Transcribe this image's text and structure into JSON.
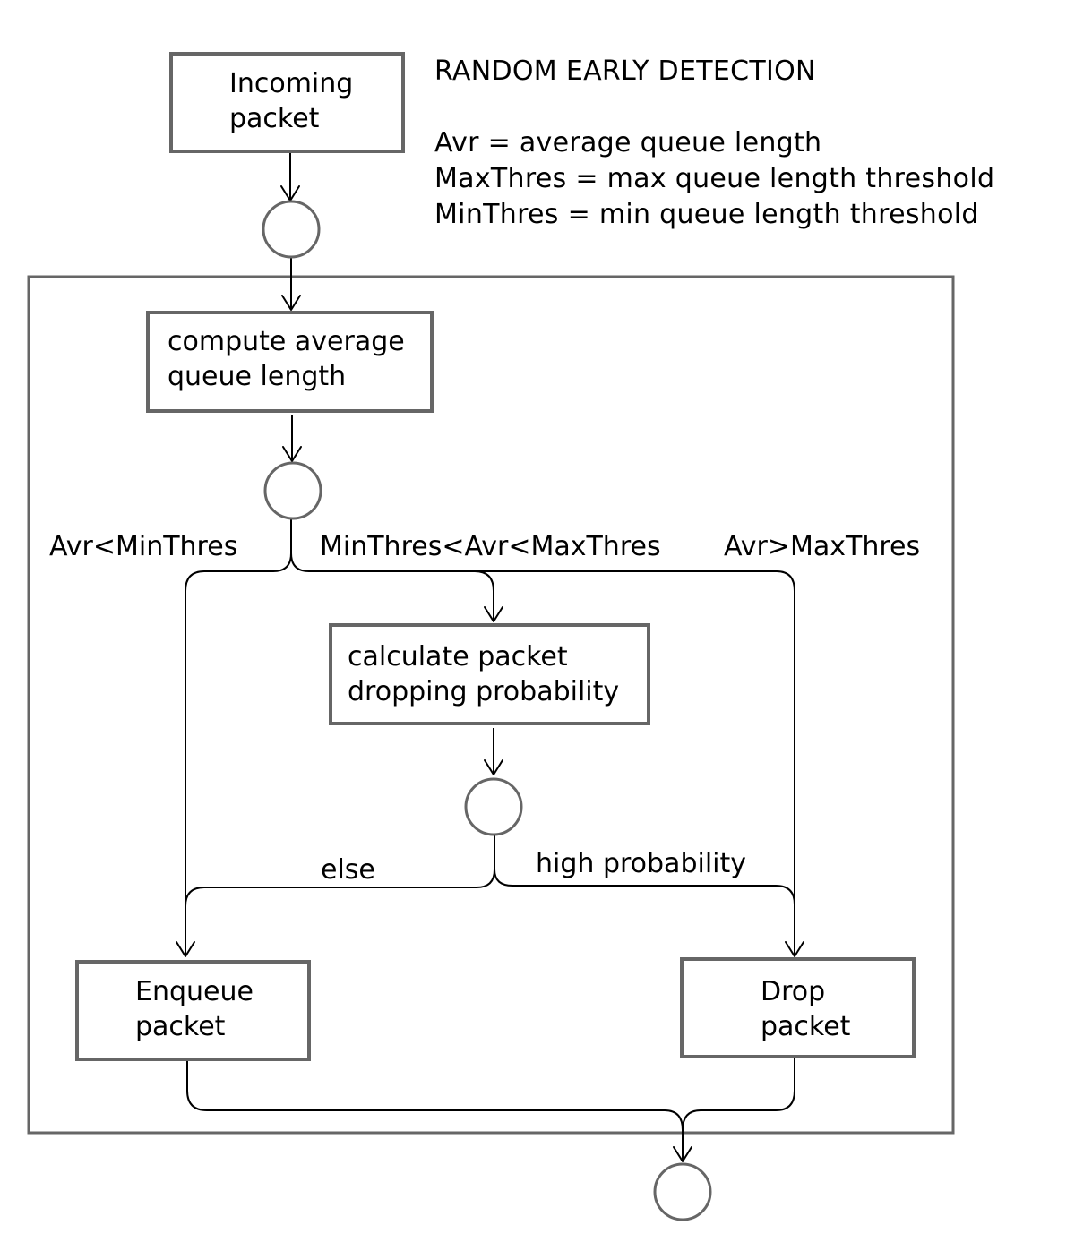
{
  "legend": {
    "title": "RANDOM EARLY DETECTION",
    "lines": [
      "Avr = average queue length",
      "MaxThres = max queue length threshold",
      "MinThres = min queue length threshold"
    ]
  },
  "nodes": {
    "incoming": [
      "Incoming",
      "packet"
    ],
    "compute": [
      "compute average",
      "queue length"
    ],
    "calculate": [
      "calculate packet",
      "dropping probability"
    ],
    "enqueue": [
      "Enqueue",
      "packet"
    ],
    "drop": [
      "Drop",
      "packet"
    ]
  },
  "edge_labels": {
    "below_min": "Avr<MinThres",
    "between": "MinThres<Avr<MaxThres",
    "above_max": "Avr>MaxThres",
    "else": "else",
    "high_probability": "high probability"
  }
}
